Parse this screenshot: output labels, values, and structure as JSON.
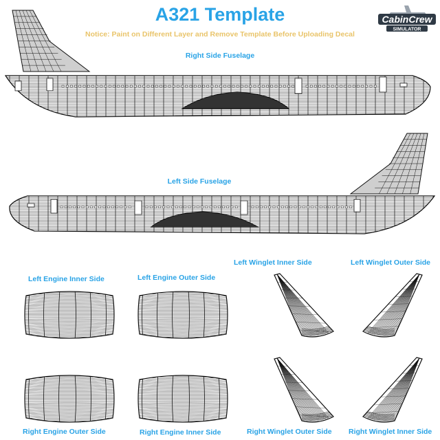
{
  "title": "A321 Template",
  "notice": "Notice: Paint on Different Layer and Remove Template Before Uploading Decal",
  "logo": {
    "word": "CabinCrew",
    "sub": "SIMULATOR"
  },
  "labels": {
    "right_fuselage": "Right Side Fuselage",
    "left_fuselage": "Left Side Fuselage",
    "left_engine_inner": "Left Engine Inner Side",
    "left_engine_outer": "Left Engine Outer Side",
    "right_engine_outer": "Right Engine Outer Side",
    "right_engine_inner": "Right Engine Inner Side",
    "left_winglet_inner": "Left Winglet Inner Side",
    "left_winglet_outer": "Left Winglet Outer Side",
    "right_winglet_outer": "Right Winglet Outer Side",
    "right_winglet_inner": "Right Winglet Inner Side"
  },
  "colors": {
    "accent": "#29a3e6",
    "notice": "#e9c46a",
    "mesh": "#111111",
    "tail": "#cfcfcf"
  }
}
